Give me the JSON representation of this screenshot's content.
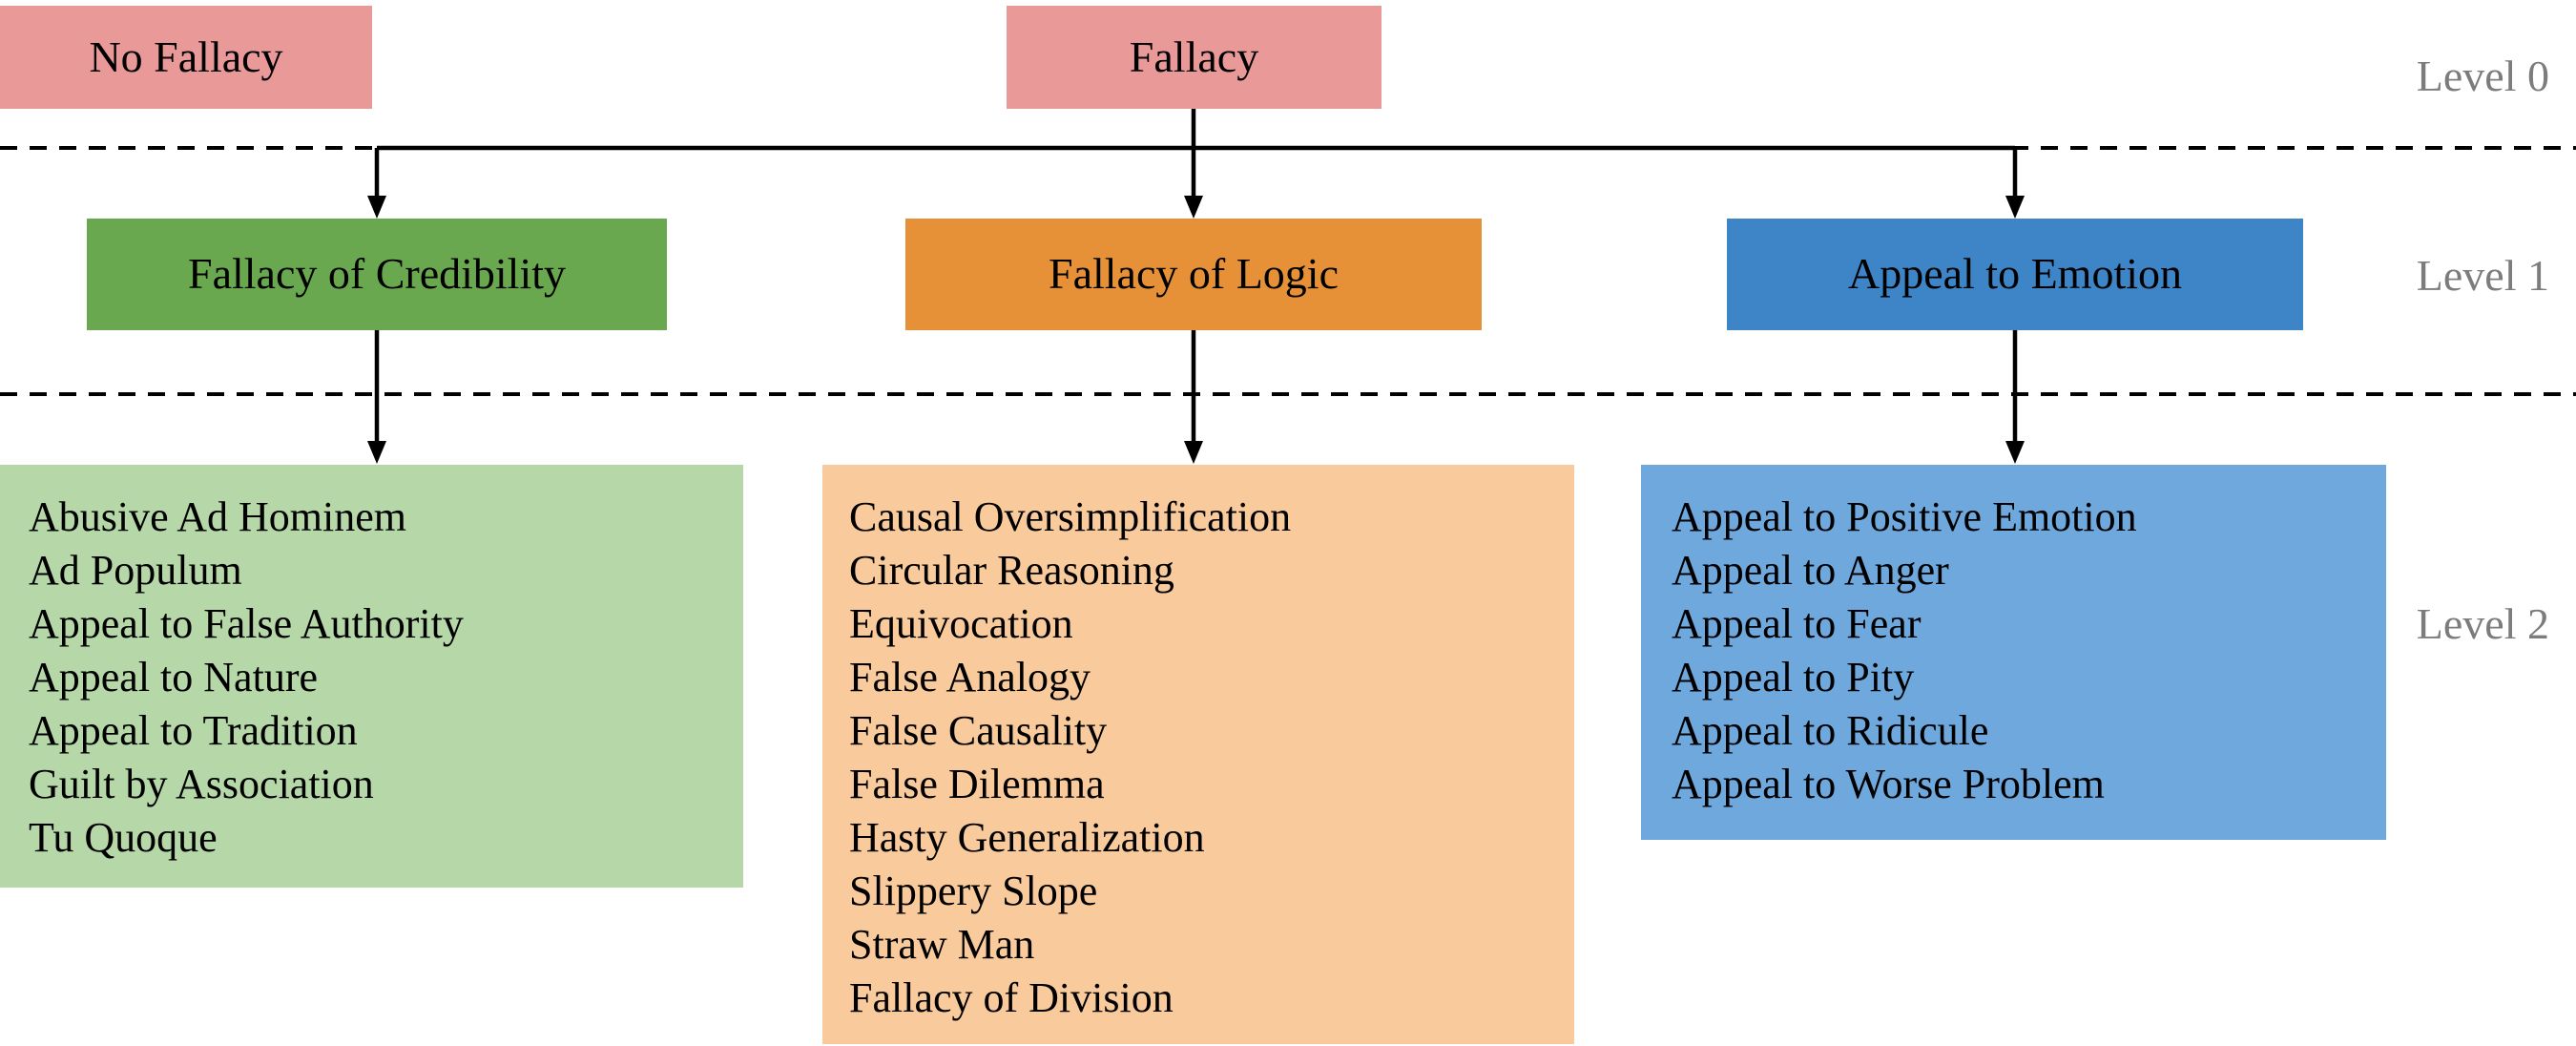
{
  "palette": {
    "background": "#ffffff",
    "level0_box": "#ea9999",
    "level1_credibility_box": "#6aa84f",
    "level1_logic_box": "#e69138",
    "level1_emotion_box": "#3d85c6",
    "level2_credibility_box": "#b6d7a8",
    "level2_logic_box": "#f9cb9c",
    "level2_emotion_box": "#6fa8dc",
    "connector_line": "#000000",
    "level_label_text": "#7c7c7c",
    "node_text": "#000000"
  },
  "level_labels": [
    "Level 0",
    "Level 1",
    "Level 2"
  ],
  "level0": {
    "no_fallacy": "No Fallacy",
    "fallacy": "Fallacy"
  },
  "level1": [
    {
      "label": "Fallacy of Credibility"
    },
    {
      "label": "Fallacy of Logic"
    },
    {
      "label": "Appeal to Emotion"
    }
  ],
  "level2": {
    "credibility": [
      "Abusive Ad Hominem",
      "Ad Populum",
      "Appeal to False Authority",
      "Appeal to Nature",
      "Appeal to Tradition",
      "Guilt by Association",
      "Tu Quoque"
    ],
    "logic": [
      "Causal Oversimplification",
      "Circular Reasoning",
      "Equivocation",
      "False Analogy",
      "False Causality",
      "False Dilemma",
      "Hasty Generalization",
      "Slippery Slope",
      "Straw Man",
      "Fallacy of Division"
    ],
    "emotion": [
      "Appeal to Positive Emotion",
      "Appeal to Anger",
      "Appeal to Fear",
      "Appeal to Pity",
      "Appeal to Ridicule",
      "Appeal to Worse Problem"
    ]
  }
}
